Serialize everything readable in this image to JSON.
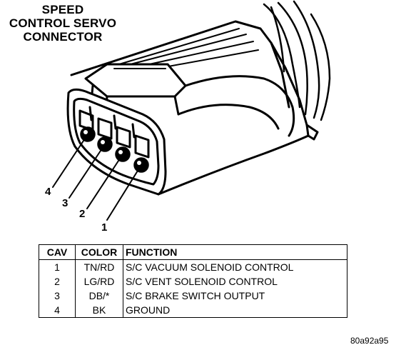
{
  "title": {
    "line1": "SPEED",
    "line2": "CONTROL SERVO",
    "line3": "CONNECTOR"
  },
  "cavity_labels": [
    "4",
    "3",
    "2",
    "1"
  ],
  "table": {
    "headers": {
      "cav": "CAV",
      "color": "COLOR",
      "function": "FUNCTION"
    },
    "rows": [
      {
        "cav": "1",
        "color": "TN/RD",
        "function": "S/C VACUUM SOLENOID CONTROL"
      },
      {
        "cav": "2",
        "color": "LG/RD",
        "function": "S/C VENT SOLENOID CONTROL"
      },
      {
        "cav": "3",
        "color": "DB/*",
        "function": "S/C BRAKE SWITCH OUTPUT"
      },
      {
        "cav": "4",
        "color": "BK",
        "function": "GROUND"
      }
    ]
  },
  "figure_code": "80a92a95"
}
